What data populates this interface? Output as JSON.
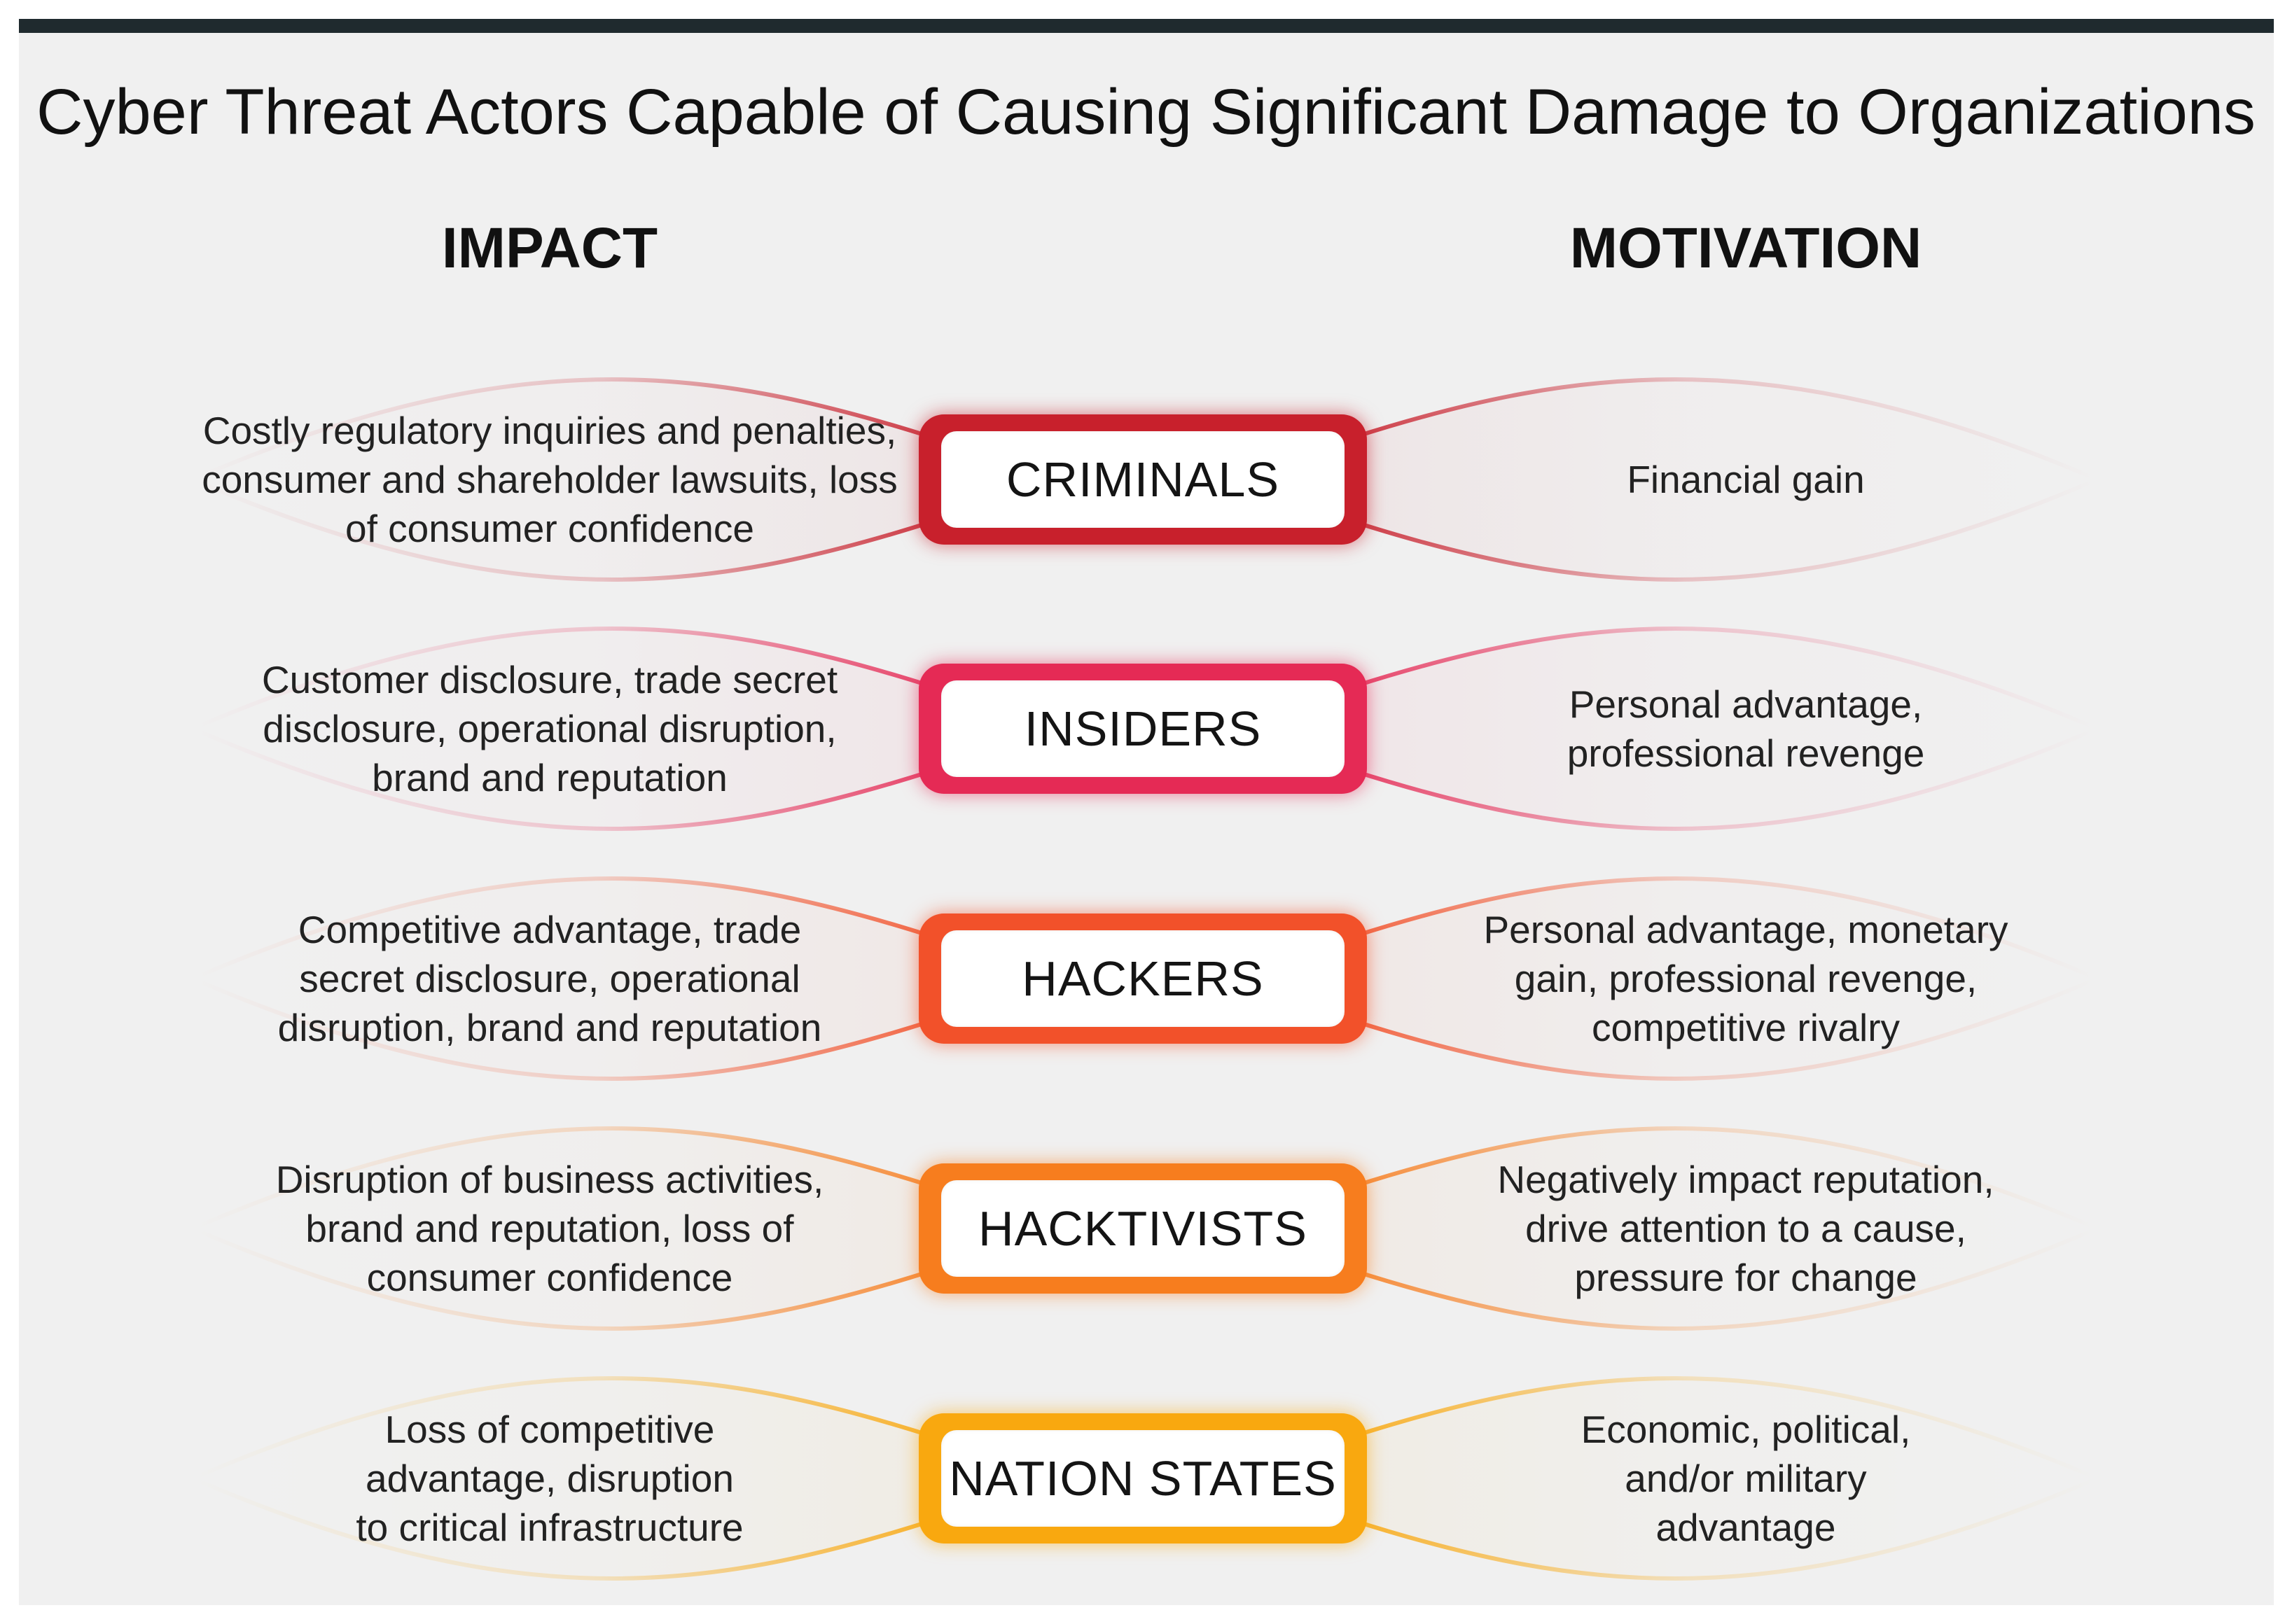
{
  "title": "Cyber Threat Actors Capable of Causing Significant Damage to Organizations",
  "headers": {
    "impact": "IMPACT",
    "motivation": "MOTIVATION"
  },
  "actors": [
    {
      "name": "CRIMINALS",
      "color": "#c8202c",
      "impact": [
        "Costly regulatory inquiries and penalties,",
        "consumer and shareholder lawsuits, loss",
        "of consumer confidence"
      ],
      "motivation": [
        "Financial gain"
      ]
    },
    {
      "name": "INSIDERS",
      "color": "#e52a55",
      "impact": [
        "Customer disclosure, trade secret",
        "disclosure, operational disruption,",
        "brand and reputation"
      ],
      "motivation": [
        "Personal advantage,",
        "professional revenge"
      ]
    },
    {
      "name": "HACKERS",
      "color": "#f2512a",
      "impact": [
        "Competitive advantage, trade",
        "secret disclosure, operational",
        "disruption, brand and reputation"
      ],
      "motivation": [
        "Personal advantage, monetary",
        "gain, professional revenge,",
        "competitive rivalry"
      ]
    },
    {
      "name": "HACKTIVISTS",
      "color": "#f77d1e",
      "impact": [
        "Disruption of business activities,",
        "brand and reputation, loss of",
        "consumer confidence"
      ],
      "motivation": [
        "Negatively impact reputation,",
        "drive attention to a cause,",
        "pressure for change"
      ]
    },
    {
      "name": "NATION STATES",
      "color": "#f9a80f",
      "impact": [
        "Loss of competitive",
        "advantage, disruption",
        "to critical infrastructure"
      ],
      "motivation": [
        "Economic, political,",
        "and/or military",
        "advantage"
      ]
    }
  ]
}
